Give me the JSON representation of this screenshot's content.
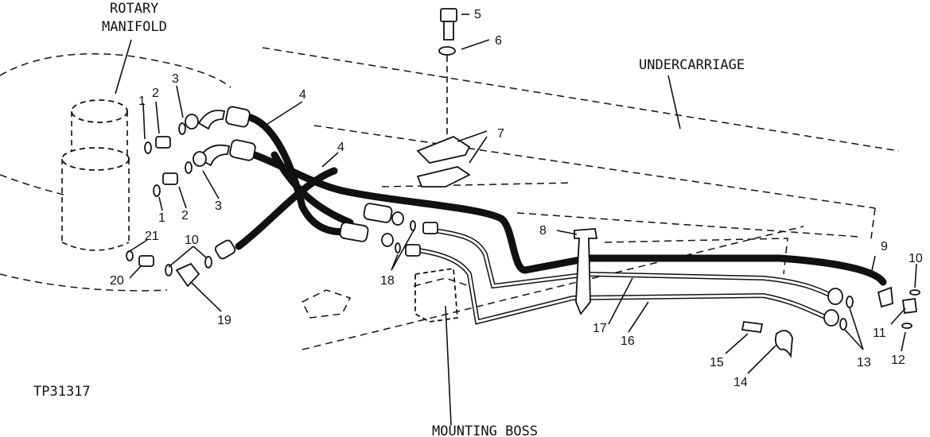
{
  "labels": {
    "rotary_manifold_1": "ROTARY",
    "rotary_manifold_2": "MANIFOLD",
    "undercarriage": "UNDERCARRIAGE",
    "mounting_boss": "MOUNTING BOSS",
    "figure_id": "TP31317"
  },
  "callouts": {
    "n1a": "1",
    "n1b": "1",
    "n2a": "2",
    "n2b": "2",
    "n3a": "3",
    "n3b": "3",
    "n4a": "4",
    "n4b": "4",
    "n5": "5",
    "n6": "6",
    "n7": "7",
    "n8": "8",
    "n9": "9",
    "n10a": "10",
    "n10b": "10",
    "n11": "11",
    "n12": "12",
    "n13": "13",
    "n14": "14",
    "n15": "15",
    "n16": "16",
    "n17": "17",
    "n18": "18",
    "n19": "19",
    "n20": "20",
    "n21": "21"
  }
}
